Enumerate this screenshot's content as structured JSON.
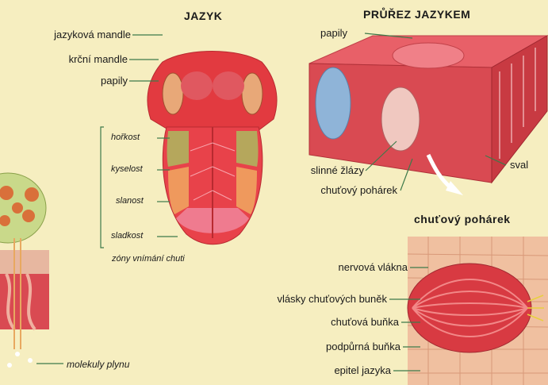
{
  "headings": {
    "tongue": "JAZYK",
    "section": "PRŮŘEZ JAZYKEM",
    "taste_bud": "chuťový pohárek"
  },
  "tongue_labels": {
    "lingual_tonsil": "jazyková mandle",
    "palatine_tonsil": "krční mandle",
    "papillae": "papily"
  },
  "zones": {
    "bitter": "hořkost",
    "sour": "kyselost",
    "salty": "slanost",
    "sweet": "sladkost",
    "caption": "zóny vnímání chuti"
  },
  "section_labels": {
    "papillae": "papily",
    "salivary_glands": "slinné žlázy",
    "taste_bud": "chuťový pohárek",
    "muscle": "sval"
  },
  "bud_labels": {
    "nerve_fibers": "nervová vlákna",
    "taste_hairs": "vlásky chuťových buněk",
    "taste_cell": "chuťová buňka",
    "support_cell": "podpůrná buňka",
    "epithelium": "epitel jazyka"
  },
  "smell": {
    "molecules": "molekuly plynu"
  },
  "colors": {
    "background": "#f6eec0",
    "tongue": "#e8424a",
    "tissue": "#d94a52",
    "leader": "#3e7a4a"
  }
}
